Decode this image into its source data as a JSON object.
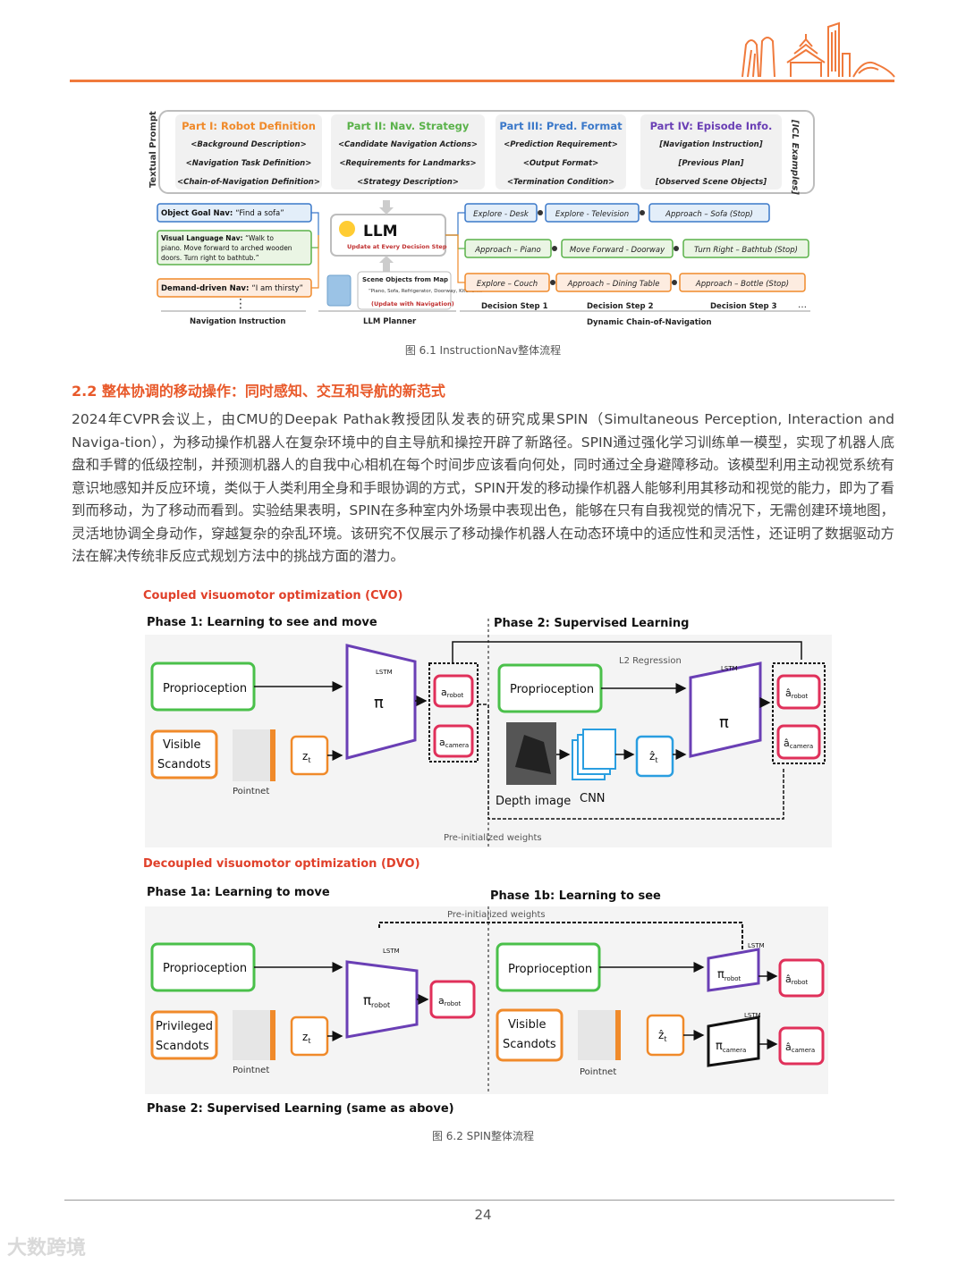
{
  "figure1": {
    "textual_prompt_label": "Textual Prompt",
    "icl_label": "[ICL Examples]",
    "parts": [
      {
        "title": "Part I: Robot  Definition",
        "lines": [
          "<Background Description>",
          "<Navigation Task Definition>",
          "<Chain-of-Navigation Definition>"
        ],
        "color": "#f08a2a"
      },
      {
        "title": "Part II: Nav. Strategy",
        "lines": [
          "<Candidate Navigation Actions>",
          "<Requirements for Landmarks>",
          "<Strategy Description>"
        ],
        "color": "#5ab24a"
      },
      {
        "title": "Part III: Pred. Format",
        "lines": [
          "<Prediction Requirement>",
          "<Output Format>",
          "<Termination Condition>"
        ],
        "color": "#3a78c9"
      },
      {
        "title": "Part IV: Episode Info.",
        "lines": [
          "[Navigation Instruction]",
          "[Previous Plan]",
          "[Observed Scene Objects]"
        ],
        "color": "#6a3fb5"
      }
    ],
    "instructions": [
      {
        "label": "Object Goal Nav:",
        "text": "“Find a sofa”",
        "color": "#3a78c9"
      },
      {
        "label": "Visual Language Nav:",
        "text": "“Walk to piano. Move forward to arched wooden doors. Turn right to bathtub.”",
        "color": "#5ab24a"
      },
      {
        "label": "Demand-driven Nav:",
        "text": "“I am thirsty”",
        "color": "#f08a2a"
      }
    ],
    "llm_label": "LLM",
    "llm_sub": "Update at Every Decision Step",
    "scene_title": "Scene Objects from Map",
    "scene_text": "“Piano, Sofa, Refrigerator, Doorway, Kitchen...”",
    "scene_update": "(Update with Navigation)",
    "chains": [
      [
        "Explore - Desk",
        "Explore - Television",
        "Approach – Sofa (Stop)"
      ],
      [
        "Approach – Piano",
        "Move Forward - Doorway",
        "Turn Right – Bathtub (Stop)"
      ],
      [
        "Explore – Couch",
        "Approach  – Dining Table",
        "Approach  – Bottle (Stop)"
      ]
    ],
    "bottom_labels": {
      "nav_instruction": "Navigation Instruction",
      "llm_planner": "LLM Planner",
      "step1": "Decision Step 1",
      "step2": "Decision Step 2",
      "step3": "Decision Step 3",
      "dynamic": "Dynamic Chain-of-Navigation",
      "ellipsis": "…",
      "vdots": "⋮"
    }
  },
  "figure1_caption": "图   6.1 InstructionNav整体流程",
  "section_title": "2.2 整体协调的移动操作：同时感知、交互和导航的新范式",
  "body_text": "2024年CVPR会议上，由CMU的Deepak Pathak教授团队发表的研究成果SPIN（Simultaneous Perception, Interaction and Naviga-tion），为移动操作机器人在复杂环境中的自主导航和操控开辟了新路径。SPIN通过强化学习训练单一模型，实现了机器人底盘和手臂的低级控制，并预测机器人的自我中心相机在每个时间步应该看向何处，同时通过全身避障移动。该模型利用主动视觉系统有意识地感知并反应环境，类似于人类利用全身和手眼协调的方式，SPIN开发的移动操作机器人能够利用其移动和视觉的能力，即为了看到而移动，为了移动而看到。实验结果表明，SPIN在多种室内外场景中表现出色，能够在只有自我视觉的情况下，无需创建环境地图，灵活地协调全身动作，穿越复杂的杂乱环境。该研究不仅展示了移动操作机器人在动态环境中的适应性和灵活性，还证明了数据驱动方法在解决传统非反应式规划方法中的挑战方面的潜力。",
  "figure2": {
    "cvo_title": "Coupled visuomotor optimization (CVO)",
    "phase1": "Phase 1: Learning to see and move",
    "phase2": "Phase 2: Supervised Learning",
    "proprioception": "Proprioception",
    "visible_scandots": [
      "Visible",
      "Scandots"
    ],
    "privileged_scandots": [
      "Privileged",
      "Scandots"
    ],
    "pointnet": "Pointnet",
    "z": "z",
    "zt_sub": "t",
    "zhat": "ẑ",
    "lstm": "LSTM",
    "pi": "π",
    "pi_robot": "robot",
    "pi_camera": "camera",
    "a": "a",
    "ahat": "â",
    "robot_sub": "robot",
    "camera_sub": "camera",
    "l2": "L2 Regression",
    "depth": "Depth image",
    "cnn": "CNN",
    "preinit": "Pre-initialized weights",
    "dvo_title": "Decoupled visuomotor optimization (DVO)",
    "phase1a": "Phase 1a: Learning to move",
    "phase1b": "Phase 1b: Learning to see",
    "phase2_same": "Phase 2: Supervised Learning (same as above)"
  },
  "figure2_caption": "图   6.2 SPIN整体流程",
  "page_number": "24",
  "watermark": "大数跨境"
}
